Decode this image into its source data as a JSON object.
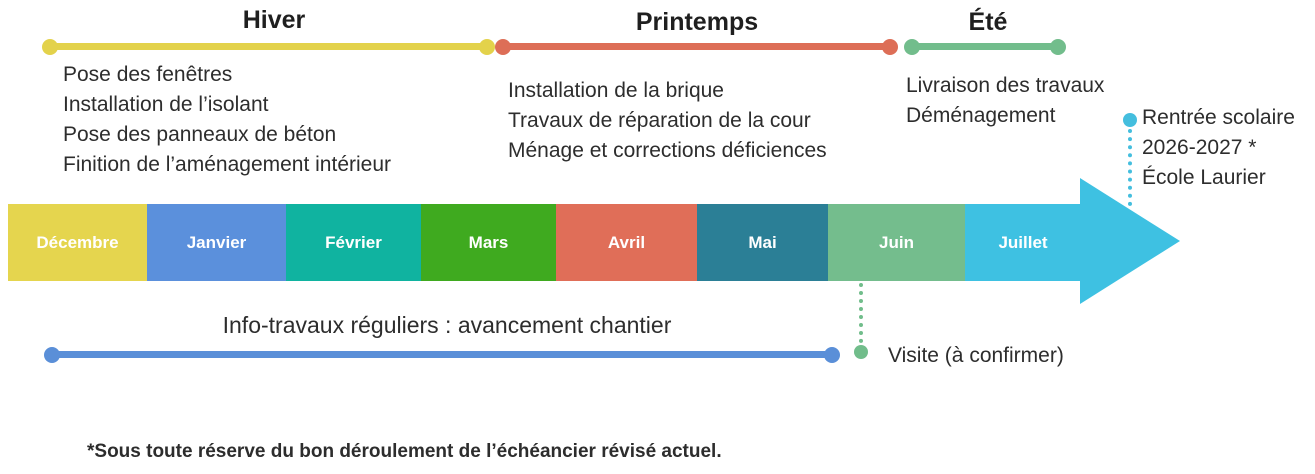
{
  "seasons": [
    {
      "title": "Hiver",
      "color": "#e3d24b",
      "tasks": [
        "Pose des fenêtres",
        "Installation de l’isolant",
        "Pose des panneaux de béton",
        "Finition de l’aménagement intérieur"
      ]
    },
    {
      "title": "Printemps",
      "color": "#dd6e57",
      "tasks": [
        "Installation de la brique",
        "Travaux de réparation de la cour",
        "Ménage et corrections déficiences"
      ]
    },
    {
      "title": "Été",
      "color": "#72bd8c",
      "tasks": [
        "Livraison des travaux",
        "Déménagement"
      ]
    }
  ],
  "months": [
    {
      "label": "Décembre",
      "color": "#e5d54e"
    },
    {
      "label": "Janvier",
      "color": "#5b90dc"
    },
    {
      "label": "Février",
      "color": "#10b3a0"
    },
    {
      "label": "Mars",
      "color": "#3faa1f"
    },
    {
      "label": "Avril",
      "color": "#e06e58"
    },
    {
      "label": "Mai",
      "color": "#2b7f96"
    },
    {
      "label": "Juin",
      "color": "#74bd8d"
    },
    {
      "label": "Juillet",
      "color": "#3ec1e2"
    }
  ],
  "annotations": {
    "rentree": {
      "line1": "Rentrée scolaire",
      "line2": "2026-2027 *",
      "line3": "École Laurier",
      "color": "#44bede"
    },
    "info_travaux": {
      "label": "Info-travaux réguliers : avancement chantier",
      "color": "#5a8fd8"
    },
    "visite": {
      "label": "Visite (à confirmer)",
      "color": "#71bd8b"
    }
  },
  "footnote": "*Sous toute réserve du bon déroulement de l’échéancier révisé actuel.",
  "text_color": "#2d2d2d"
}
